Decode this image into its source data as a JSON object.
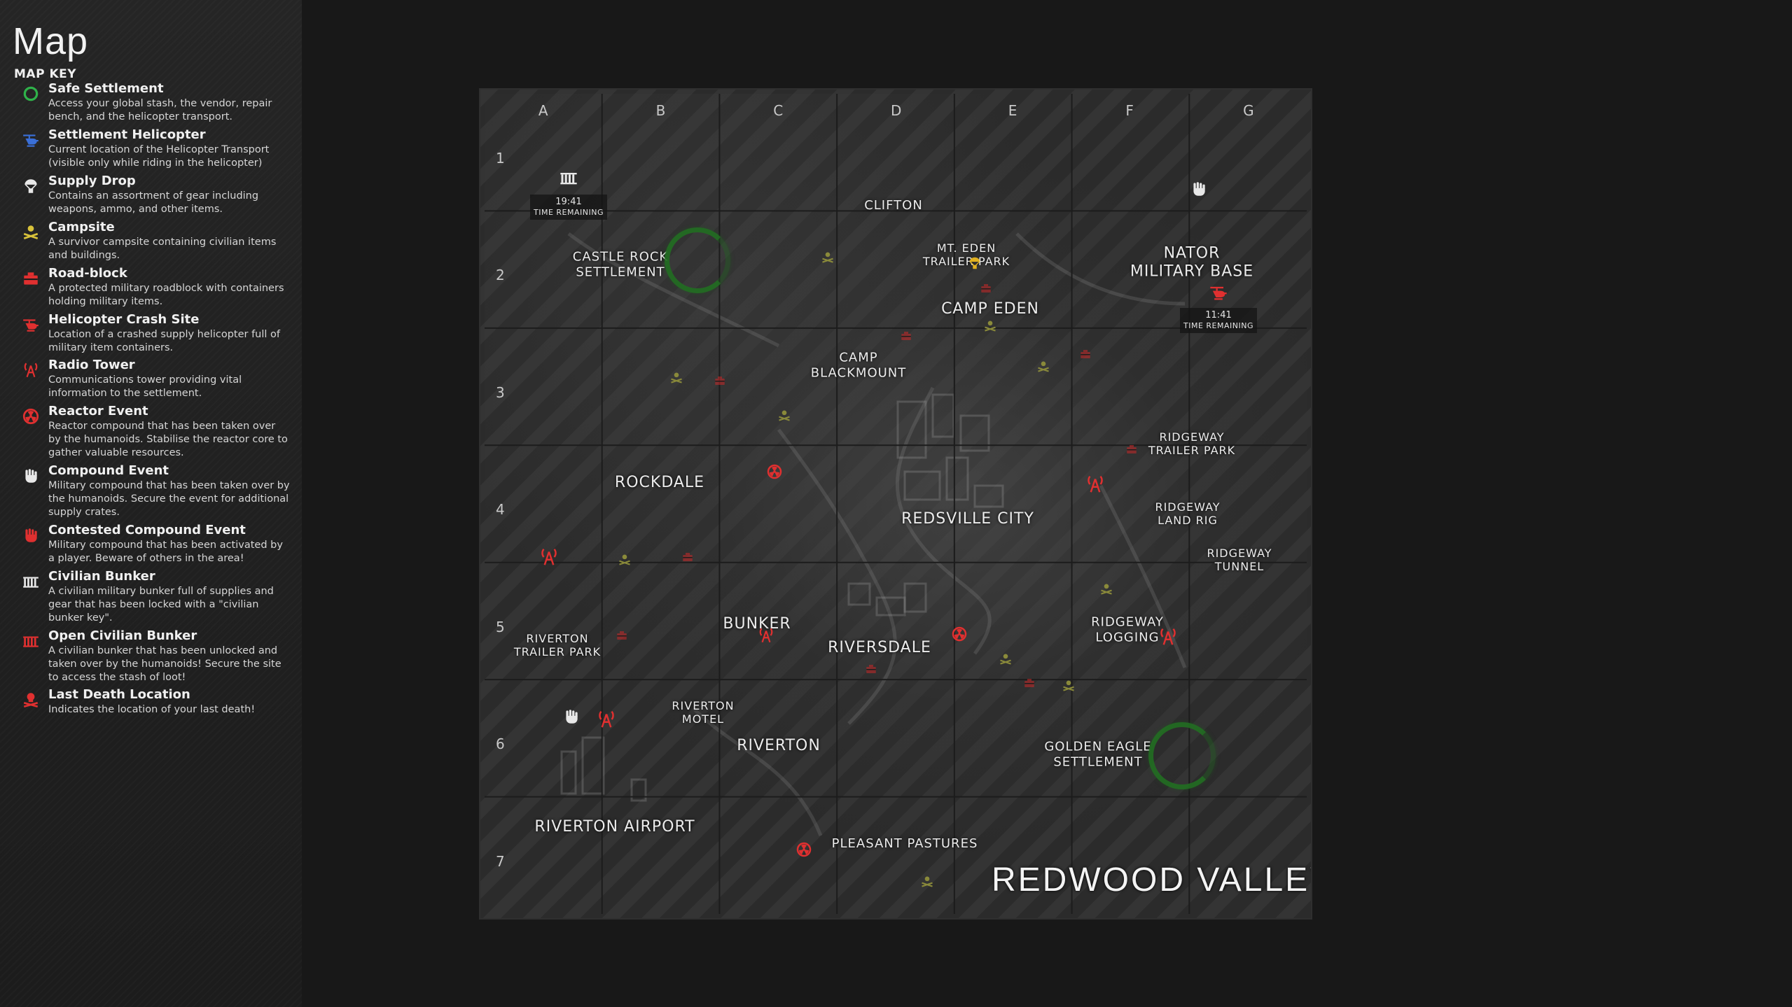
{
  "sidebar": {
    "title": "Map",
    "key_title": "MAP KEY",
    "legend": [
      {
        "name": "Safe Settlement",
        "desc": "Access your global stash, the vendor, repair bench, and the helicopter transport.",
        "icon": "safe-settlement-icon",
        "color": "#2fb24a"
      },
      {
        "name": "Settlement Helicopter",
        "desc": "Current location of the Helicopter Transport (visible only while riding in the helicopter)",
        "icon": "settlement-helicopter-icon",
        "color": "#3a6fd8"
      },
      {
        "name": "Supply Drop",
        "desc": "Contains an assortment of gear including weapons, ammo, and other items.",
        "icon": "supply-drop-icon",
        "color": "#e8e8e8"
      },
      {
        "name": "Campsite",
        "desc": "A survivor campsite containing civilian items and buildings.",
        "icon": "campsite-icon",
        "color": "#d8c23a"
      },
      {
        "name": "Road-block",
        "desc": "A protected military roadblock with containers holding military items.",
        "icon": "roadblock-icon",
        "color": "#e03030"
      },
      {
        "name": "Helicopter Crash Site",
        "desc": "Location of a crashed supply helicopter full of military item containers.",
        "icon": "helicopter-crash-icon",
        "color": "#e03030"
      },
      {
        "name": "Radio Tower",
        "desc": "Communications tower providing vital information to the settlement.",
        "icon": "radio-tower-icon",
        "color": "#e03030"
      },
      {
        "name": "Reactor Event",
        "desc": "Reactor compound that has been taken over by the humanoids.  Stabilise the reactor core to gather valuable resources.",
        "icon": "reactor-icon",
        "color": "#e03030"
      },
      {
        "name": "Compound Event",
        "desc": "Military compound that has been taken over by the humanoids.  Secure the event for additional supply crates.",
        "icon": "compound-fist-icon",
        "color": "#e8e8e8"
      },
      {
        "name": "Contested Compound Event",
        "desc": "Military compound that has been activated by a player.  Beware of others in the area!",
        "icon": "contested-compound-icon",
        "color": "#e03030"
      },
      {
        "name": "Civilian Bunker",
        "desc": "A civilian military bunker full of supplies and gear that has been locked with a \"civilian bunker key\".",
        "icon": "civilian-bunker-icon",
        "color": "#e8e8e8"
      },
      {
        "name": "Open Civilian Bunker",
        "desc": "A civilian bunker that has been unlocked and taken over by the humanoids!  Secure the site to access the stash of loot!",
        "icon": "open-bunker-icon",
        "color": "#e03030"
      },
      {
        "name": "Last Death Location",
        "desc": "Indicates the location of your last death!",
        "icon": "last-death-icon",
        "color": "#e03030"
      }
    ]
  },
  "map": {
    "region_name": "REDWOOD VALLEY",
    "columns": [
      "A",
      "B",
      "C",
      "D",
      "E",
      "F",
      "G"
    ],
    "rows": [
      "1",
      "2",
      "3",
      "4",
      "5",
      "6",
      "7"
    ],
    "places": [
      {
        "name": "CLIFTON",
        "size": "medium"
      },
      {
        "name": "CASTLE ROCK\nSETTLEMENT",
        "size": "medium"
      },
      {
        "name": "MT. EDEN\nTRAILER PARK",
        "size": "small"
      },
      {
        "name": "NATOR\nMILITARY BASE",
        "size": "large"
      },
      {
        "name": "CAMP EDEN",
        "size": "large"
      },
      {
        "name": "CAMP\nBLACKMOUNT",
        "size": "medium"
      },
      {
        "name": "RIDGEWAY\nTRAILER PARK",
        "size": "small"
      },
      {
        "name": "ROCKDALE",
        "size": "large"
      },
      {
        "name": "RIDGEWAY\nLAND RIG",
        "size": "small"
      },
      {
        "name": "REDSVILLE CITY",
        "size": "large"
      },
      {
        "name": "RIDGEWAY\nTUNNEL",
        "size": "small"
      },
      {
        "name": "BUNKER",
        "size": "large"
      },
      {
        "name": "RIVERSDALE",
        "size": "large"
      },
      {
        "name": "RIDGEWAY\nLOGGING",
        "size": "medium"
      },
      {
        "name": "RIVERTON\nTRAILER PARK",
        "size": "small"
      },
      {
        "name": "RIVERTON\nMOTEL",
        "size": "small"
      },
      {
        "name": "RIVERTON",
        "size": "large"
      },
      {
        "name": "GOLDEN EAGLE\nSETTLEMENT",
        "size": "medium"
      },
      {
        "name": "RIVERTON AIRPORT",
        "size": "large"
      },
      {
        "name": "PLEASANT PASTURES",
        "size": "medium"
      }
    ],
    "timers": [
      {
        "time": "19:41",
        "label": "TIME REMAINING"
      },
      {
        "time": "11:41",
        "label": "TIME REMAINING"
      }
    ],
    "colors": {
      "settlement": "#2f8a2f",
      "hostile": "#e03030",
      "campsite": "#8a8a3a",
      "neutral": "#e8e8e8",
      "supply": "#e0b020"
    }
  }
}
